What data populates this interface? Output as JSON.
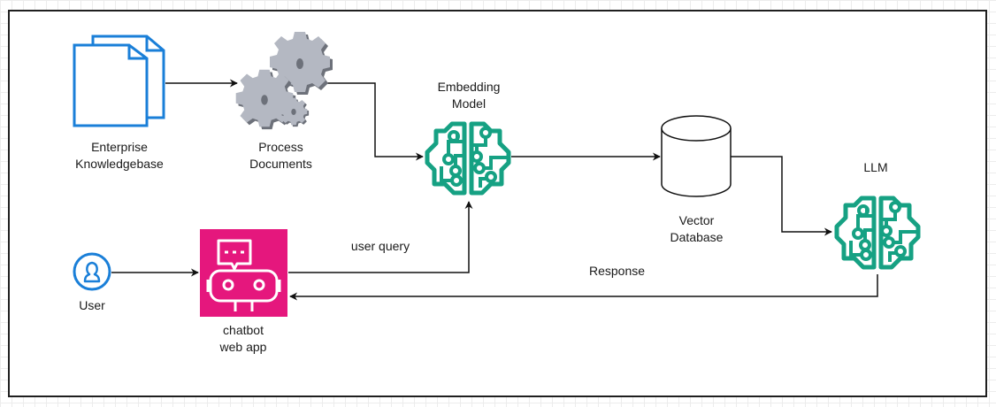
{
  "diagram": {
    "title": "RAG chatbot architecture",
    "colors": {
      "document_blue": "#1a7fd8",
      "gear_gray": "#b4b8c2",
      "gear_shadow": "#6d717a",
      "brain_teal": "#16a183",
      "chatbot_pink": "#e5177d",
      "edge": "#111111"
    },
    "nodes": {
      "knowledgebase": {
        "label": "Enterprise\nKnowledgebase",
        "icon": "documents-icon"
      },
      "process": {
        "label": "Process\nDocuments",
        "icon": "gears-icon"
      },
      "embedding": {
        "label": "Embedding\nModel",
        "icon": "brain-circuit-icon"
      },
      "vectordb": {
        "label": "Vector\nDatabase",
        "icon": "database-cylinder-icon"
      },
      "llm": {
        "label": "LLM",
        "icon": "brain-circuit-icon"
      },
      "user": {
        "label": "User",
        "icon": "user-icon"
      },
      "chatbot": {
        "label": "chatbot\nweb app",
        "icon": "chatbot-icon"
      }
    },
    "edges": [
      {
        "from": "knowledgebase",
        "to": "process",
        "label": ""
      },
      {
        "from": "process",
        "to": "embedding",
        "label": ""
      },
      {
        "from": "embedding",
        "to": "vectordb",
        "label": ""
      },
      {
        "from": "vectordb",
        "to": "llm",
        "label": ""
      },
      {
        "from": "user",
        "to": "chatbot",
        "label": ""
      },
      {
        "from": "chatbot",
        "to": "embedding",
        "label": "user query"
      },
      {
        "from": "llm",
        "to": "chatbot",
        "label": "Response"
      }
    ]
  }
}
